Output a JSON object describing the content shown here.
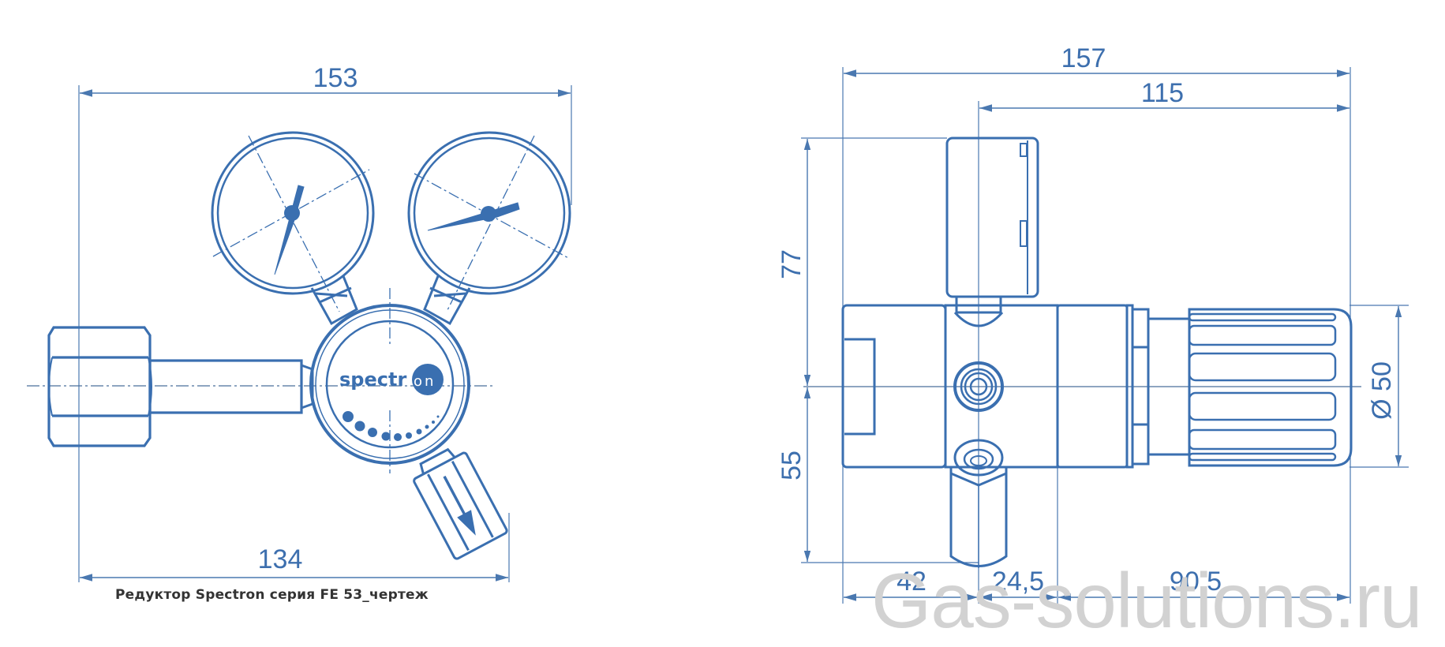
{
  "caption": "Редуктор Spectron серия FE 53_чертеж",
  "watermark": "Gas-solutions.ru",
  "logo": {
    "text_left": "spectr",
    "text_right": "on"
  },
  "colors": {
    "line": "#3a6fb0",
    "dimension": "#4a78b0",
    "text": "#3d6fae",
    "watermark": "#d2d2d2",
    "caption": "#333333"
  },
  "front_view": {
    "dimensions": {
      "overall_width": "153",
      "bottom_width": "134"
    },
    "parts": [
      "inlet-nut",
      "inlet-pipe",
      "high-pressure-gauge",
      "low-pressure-gauge",
      "regulator-body",
      "outlet-valve"
    ]
  },
  "side_view": {
    "dimensions": {
      "overall_length": "157",
      "gauge_to_end": "115",
      "height_above_axis": "77",
      "height_below_axis": "55",
      "body_diameter": "Ø 50",
      "segment_1": "42",
      "segment_2": "24,5",
      "segment_3": "90,5"
    }
  }
}
